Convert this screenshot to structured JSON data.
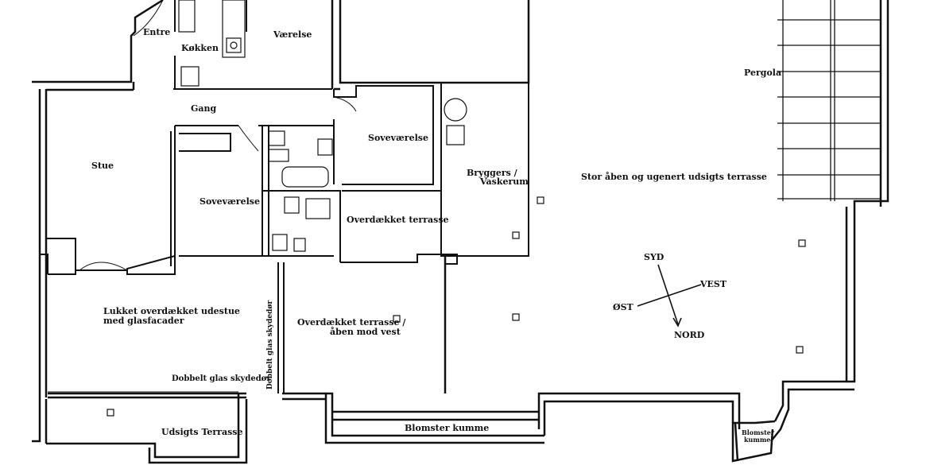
{
  "rooms": {
    "entre": "Entre",
    "kokken": "Køkken",
    "vaerelse": "Værelse",
    "gang": "Gang",
    "stue": "Stue",
    "sovevaerelse_1": "Soveværelse",
    "sovevaerelse_2": "Soveværelse",
    "bryggers_line1": "Bryggers /",
    "bryggers_line2": "Vaskerum",
    "overdaekket_terrasse": "Overdækket terrasse",
    "overdaekket_vest_line1": "Overdækket terrasse /",
    "overdaekket_vest_line2": "åben mod vest",
    "udestue_line1": "Lukket overdækket udestue",
    "udestue_line2": "med glasfacader",
    "dobbelt_glas_skydedor_h": "Dobbelt glas skydedør",
    "dobbelt_glas_skydedor_v": "Dobbelt glas skydedør",
    "udsigts_terrasse": "Udsigts Terrasse",
    "blomster_kumme": "Blomster kumme",
    "blomster_kumme_small_line1": "Blomster",
    "blomster_kumme_small_line2": "kumme",
    "stor_terrasse": "Stor åben og ugenert udsigts terrasse",
    "pergola": "Pergola"
  },
  "compass": {
    "syd": "SYD",
    "vest": "VEST",
    "ost": "ØST",
    "nord": "NORD"
  },
  "colors": {
    "wall": "#111111",
    "background": "#ffffff"
  }
}
